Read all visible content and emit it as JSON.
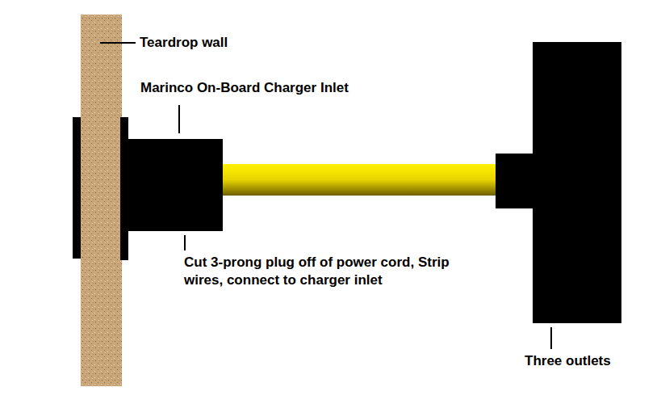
{
  "diagram": {
    "labels": [
      "Teardrop wall",
      "Marinco On-Board Charger Inlet",
      "Cut 3-prong plug off of power cord, Strip wires, connect to charger inlet",
      "Three outlets"
    ]
  }
}
